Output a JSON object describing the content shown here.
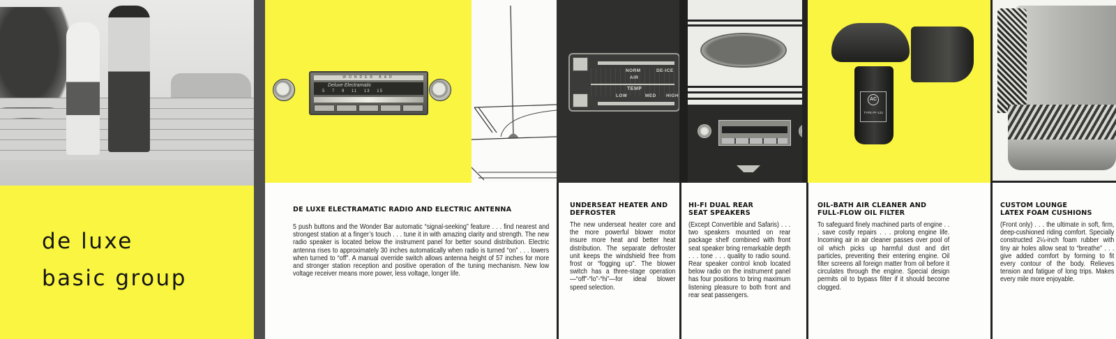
{
  "brochure": {
    "cover": {
      "title_line1": "de luxe",
      "title_line2": "basic group",
      "photo": "couple-running-down-steps-photo",
      "background_color": "#f9f540"
    },
    "sections": [
      {
        "id": "radio",
        "heading": "DE LUXE ELECTRAMATIC RADIO AND ELECTRIC ANTENNA",
        "body": "5 push buttons and the Wonder Bar automatic “signal-seeking” feature . . . find nearest and strongest station at a finger’s touch . . . tune it in with amazing clarity and strength. The new radio speaker is located below the instrument panel for better sound distribution. Electric antenna rises to approximately 30 inches automatically when radio is turned “on” . . . lowers when turned to “off”. A manual override switch allows antenna height of 57 inches for more and stronger station reception and positive operation of the tuning mechanism. New low voltage receiver means more power, less voltage, longer life.",
        "illustration": {
          "radio_top_label": "WONDER BAR",
          "dial_brand": "Deluxe Electramatic",
          "dial_numbers": "5 7 9 11 13 15"
        }
      },
      {
        "id": "heater",
        "heading_line1": "UNDERSEAT HEATER AND",
        "heading_line2": "DEFROSTER",
        "body": "The new underseat heater core and the more powerful blower motor insure more heat and better heat distribution. The separate defroster unit keeps the windshield free from frost or “fogging up”. The blower switch has a three-stage operation—“off”-“lo”-“hi”—for ideal blower speed selection.",
        "illustration": {
          "labels": [
            "NORM",
            "DE-ICE",
            "AIR",
            "TEMP",
            "LOW",
            "MED",
            "HIGH"
          ]
        }
      },
      {
        "id": "speakers",
        "heading_line1": "HI-FI DUAL REAR",
        "heading_line2": "SEAT SPEAKERS",
        "body": "(Except Convertible and Safaris) . . . two speakers mounted on rear package shelf combined with front seat speaker bring remarkable depth . . . tone . . . quality to radio sound. Rear speaker control knob located below radio on the instrument panel has four positions to bring maximum listening pleasure to both front and rear seat passengers."
      },
      {
        "id": "oil",
        "heading_line1": "OIL-BATH AIR CLEANER AND",
        "heading_line2": "FULL-FLOW OIL FILTER",
        "body": "To safeguard finely machined parts of engine . . . save costly repairs . . . prolong engine life. Incoming air in air cleaner passes over pool of oil which picks up harmful dust and dirt particles, preventing their entering engine. Oil filter screens all foreign matter from oil before it circulates through the engine. Special design permits oil to bypass filter if it should become clogged.",
        "illustration": {
          "badge": "AC",
          "filter_type": "TYPE PF-122"
        }
      },
      {
        "id": "cushions",
        "heading_line1": "CUSTOM LOUNGE",
        "heading_line2": "LATEX FOAM CUSHIONS",
        "body": "(Front only) . . . the ultimate in soft, firm, deep-cushioned riding comfort. Specially constructed 2¼-inch foam rubber with tiny air holes allow seat to “breathe” . . . give added comfort by forming to fit every contour of the body. Relieves tension and fatigue of long trips. Makes every mile more enjoyable."
      }
    ],
    "colors": {
      "yellow": "#f9f540",
      "dark": "#2f2f2d",
      "divider": "#4e4e4e",
      "paper": "#fdfdfb"
    }
  }
}
